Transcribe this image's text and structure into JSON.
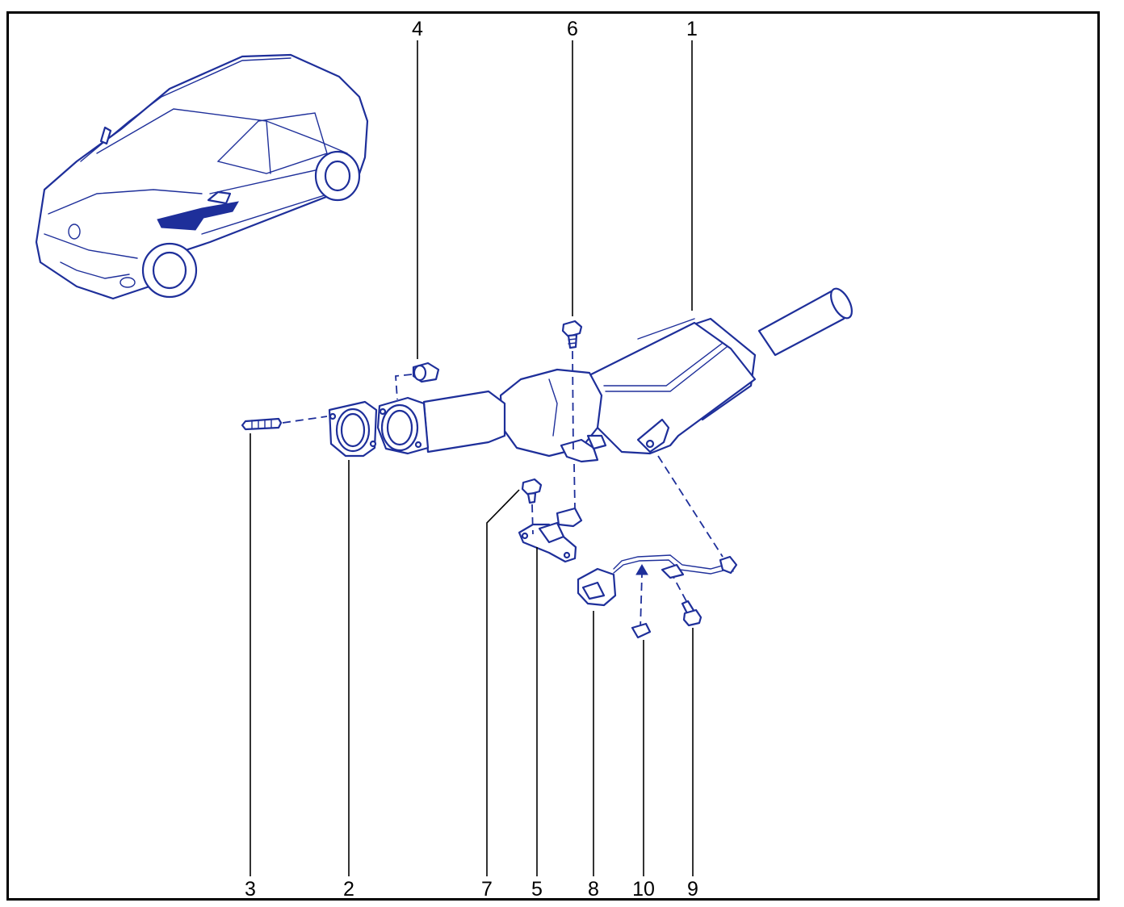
{
  "colors": {
    "frame": "#000000",
    "line_art": "#1e2f9a",
    "background": "#ffffff"
  },
  "callouts": {
    "c1": "1",
    "c2": "2",
    "c3": "3",
    "c4": "4",
    "c5": "5",
    "c6": "6",
    "c7": "7",
    "c8": "8",
    "c9": "9",
    "c10": "10"
  }
}
